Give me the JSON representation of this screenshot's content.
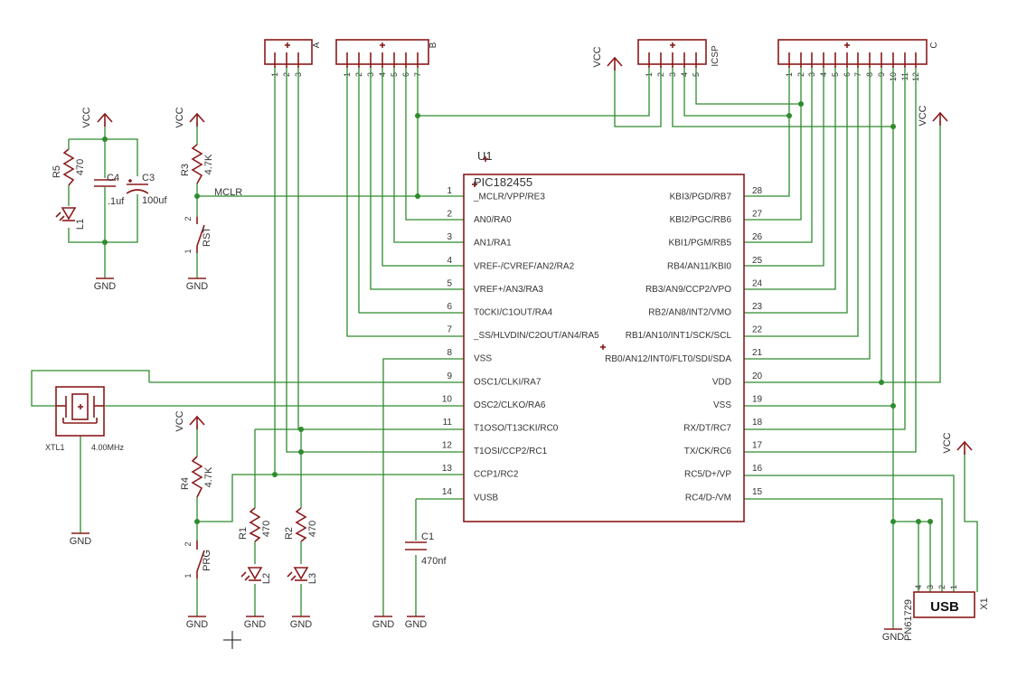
{
  "chip": {
    "ref": "U1",
    "value": "PIC182455",
    "left_pins": [
      {
        "num": "1",
        "name": "_MCLR/VPP/RE3"
      },
      {
        "num": "2",
        "name": "AN0/RA0"
      },
      {
        "num": "3",
        "name": "AN1/RA1"
      },
      {
        "num": "4",
        "name": "VREF-/CVREF/AN2/RA2"
      },
      {
        "num": "5",
        "name": "VREF+/AN3/RA3"
      },
      {
        "num": "6",
        "name": "T0CKI/C1OUT/RA4"
      },
      {
        "num": "7",
        "name": "_SS/HLVDIN/C2OUT/AN4/RA5"
      },
      {
        "num": "8",
        "name": "VSS"
      },
      {
        "num": "9",
        "name": "OSC1/CLKI/RA7"
      },
      {
        "num": "10",
        "name": "OSC2/CLKO/RA6"
      },
      {
        "num": "11",
        "name": "T1OSO/T13CKI/RC0"
      },
      {
        "num": "12",
        "name": "T1OSI/CCP2/RC1"
      },
      {
        "num": "13",
        "name": "CCP1/RC2"
      },
      {
        "num": "14",
        "name": "VUSB"
      }
    ],
    "right_pins": [
      {
        "num": "28",
        "name": "KBI3/PGD/RB7"
      },
      {
        "num": "27",
        "name": "KBI2/PGC/RB6"
      },
      {
        "num": "26",
        "name": "KBI1/PGM/RB5"
      },
      {
        "num": "25",
        "name": "RB4/AN11/KBI0"
      },
      {
        "num": "24",
        "name": "RB3/AN9/CCP2/VPO"
      },
      {
        "num": "23",
        "name": "RB2/AN8/INT2/VMO"
      },
      {
        "num": "22",
        "name": "RB1/AN10/INT1/SCK/SCL"
      },
      {
        "num": "21",
        "name": "RB0/AN12/INT0/FLT0/SDI/SDA"
      },
      {
        "num": "20",
        "name": "VDD"
      },
      {
        "num": "19",
        "name": "VSS"
      },
      {
        "num": "18",
        "name": "RX/DT/RC7"
      },
      {
        "num": "17",
        "name": "TX/CK/RC6"
      },
      {
        "num": "16",
        "name": "RC5/D+/VP"
      },
      {
        "num": "15",
        "name": "RC4/D-/VM"
      }
    ]
  },
  "headers": {
    "A": {
      "name": "A",
      "pins": [
        "1",
        "2",
        "3"
      ]
    },
    "B": {
      "name": "B",
      "pins": [
        "1",
        "2",
        "3",
        "4",
        "5",
        "6",
        "7"
      ]
    },
    "ICSP": {
      "name": "ICSP",
      "pins": [
        "1",
        "2",
        "3",
        "4",
        "5"
      ]
    },
    "C": {
      "name": "C",
      "pins": [
        "1",
        "2",
        "3",
        "4",
        "5",
        "6",
        "7",
        "8",
        "9",
        "10",
        "11",
        "12"
      ]
    }
  },
  "components": {
    "r5": {
      "ref": "R5",
      "value": "470"
    },
    "l1": {
      "ref": "L1"
    },
    "c4": {
      "ref": "C4",
      "value": ".1uf"
    },
    "c3": {
      "ref": "C3",
      "value": "100uf"
    },
    "r3": {
      "ref": "R3",
      "value": "4.7K"
    },
    "rst": {
      "ref": "RST"
    },
    "xtl1": {
      "ref": "XTL1",
      "value": "4.00MHz"
    },
    "r4": {
      "ref": "R4",
      "value": "4.7K"
    },
    "prg": {
      "ref": "PRG"
    },
    "r1": {
      "ref": "R1",
      "value": "470"
    },
    "r2": {
      "ref": "R2",
      "value": "470"
    },
    "l2": {
      "ref": "L2"
    },
    "l3": {
      "ref": "L3"
    },
    "c1": {
      "ref": "C1",
      "value": "470nf"
    },
    "x1": {
      "ref": "X1",
      "value": "PN61729",
      "body": "USB"
    }
  },
  "nets": {
    "vcc": "VCC",
    "gnd": "GND",
    "mclr": "MCLR"
  },
  "switch_pins": {
    "one": "1",
    "two": "2"
  },
  "usb_pins": [
    "4",
    "3",
    "2",
    "1"
  ],
  "colors": {
    "wire": "#2e8b2e",
    "part": "#8b1a1a",
    "text": "#333333"
  }
}
